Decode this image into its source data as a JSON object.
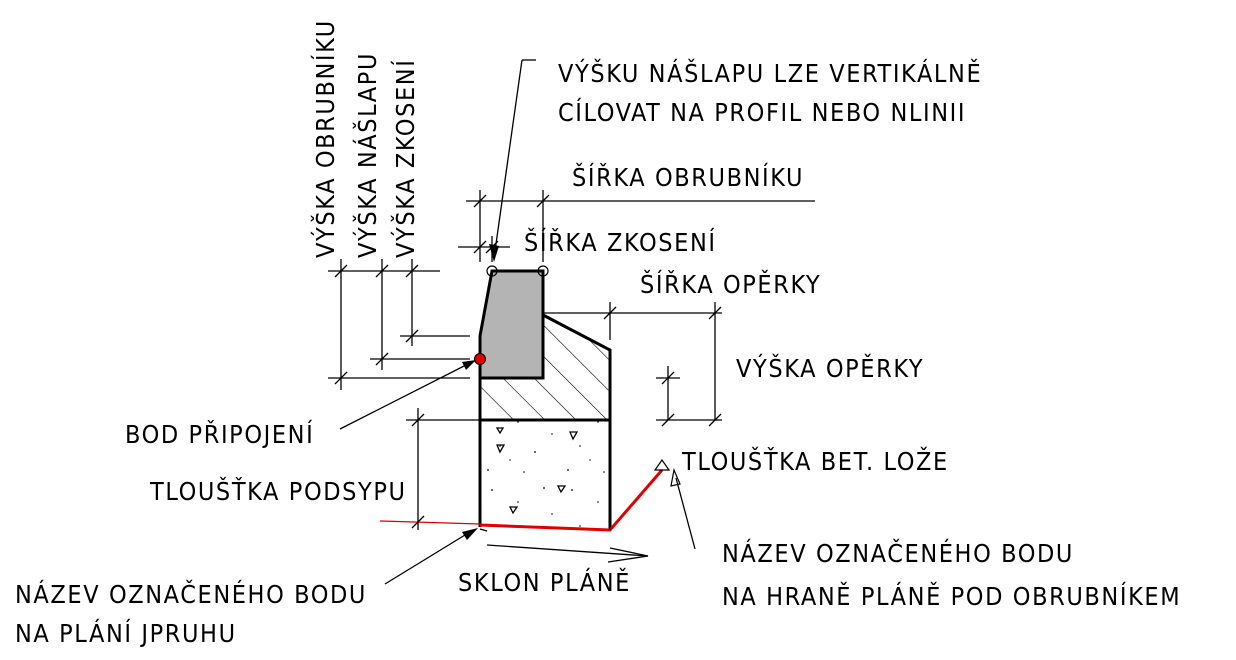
{
  "labels": {
    "vyska_naslapu_note_line1": "VÝŠKU  NÁŠLAPU LZE VERTIKÁLNĚ",
    "vyska_naslapu_note_line2": "CÍLOVAT NA PROFIL NEBO NLINII",
    "sirka_obrubniku": "ŠÍŘKA OBRUBNÍKU",
    "sirka_zkoseni": "ŠÍŘKA ZKOSENÍ",
    "sirka_operky": "ŠÍŘKA OPĚRKY",
    "vyska_operky": "VÝŠKA OPĚRKY",
    "vyska_obrubniku": "VÝŠKA OBRUBNÍKU",
    "vyska_naslapu": "VÝŠKA NÁŠLAPU",
    "vyska_zkoseni": "VÝŠKA ZKOSENÍ",
    "bod_pripojeni": "BOD PŘIPOJENÍ",
    "tloustka_podsypu": "TLOUŠŤKA PODSYPU",
    "tloustka_bet_loze": "TLOUŠŤKA BET. LOŽE",
    "nazev_bodu_plani_line1": "NÁZEV OZNAČENÉHO BODU",
    "nazev_bodu_plani_line2": "NA PLÁNÍ JPRUHU",
    "nazev_bodu_hrane_line1": "NÁZEV OZNAČENÉHO BODU",
    "nazev_bodu_hrane_line2": "NA HRANĚ PLÁNĚ POD OBRUBNÍKEM",
    "sklon_plane": "SKLON PLÁNĚ"
  },
  "colors": {
    "curb_fill": "#b4b4b4",
    "subgrade_line": "#e00000",
    "attachment_point": "#e00000",
    "lines": "#000000"
  }
}
